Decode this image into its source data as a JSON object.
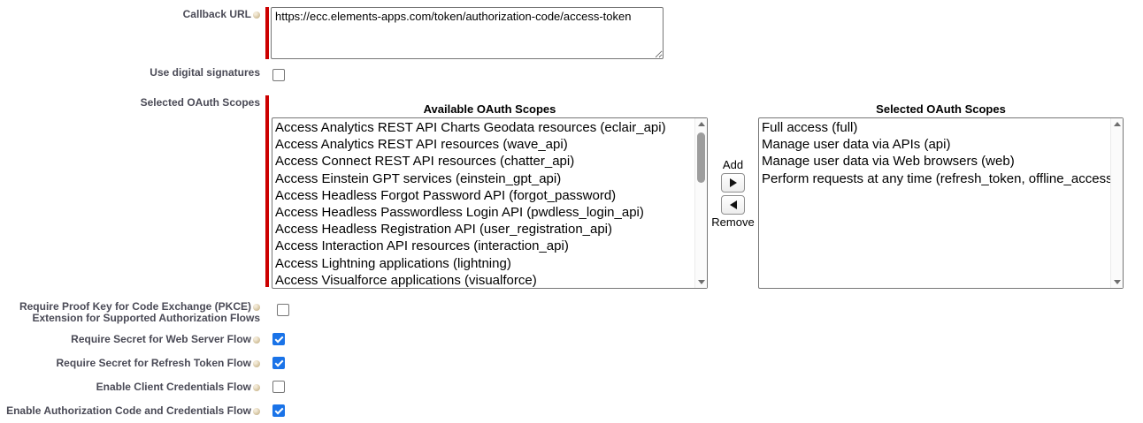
{
  "callback": {
    "label": "Callback URL",
    "value": "https://ecc.elements-apps.com/token/authorization-code/access-token"
  },
  "digital_signatures": {
    "label": "Use digital signatures",
    "checked": false
  },
  "scopes": {
    "label": "Selected OAuth Scopes",
    "available": {
      "header": "Available OAuth Scopes",
      "items": [
        "Access Analytics REST API Charts Geodata resources (eclair_api)",
        "Access Analytics REST API resources (wave_api)",
        "Access Connect REST API resources (chatter_api)",
        "Access Einstein GPT services (einstein_gpt_api)",
        "Access Headless Forgot Password API (forgot_password)",
        "Access Headless Passwordless Login API (pwdless_login_api)",
        "Access Headless Registration API (user_registration_api)",
        "Access Interaction API resources (interaction_api)",
        "Access Lightning applications (lightning)",
        "Access Visualforce applications (visualforce)"
      ]
    },
    "selected": {
      "header": "Selected OAuth Scopes",
      "items": [
        "Full access (full)",
        "Manage user data via APIs (api)",
        "Manage user data via Web browsers (web)",
        "Perform requests at any time (refresh_token, offline_access)"
      ]
    },
    "add_label": "Add",
    "remove_label": "Remove"
  },
  "flows": {
    "pkce": {
      "label_line1": "Require Proof Key for Code Exchange (PKCE)",
      "label_line2": "Extension for Supported Authorization Flows",
      "checked": false
    },
    "web_server": {
      "label": "Require Secret for Web Server Flow",
      "checked": true
    },
    "refresh_token": {
      "label": "Require Secret for Refresh Token Flow",
      "checked": true
    },
    "client_credentials": {
      "label": "Enable Client Credentials Flow",
      "checked": false
    },
    "auth_code_credentials": {
      "label": "Enable Authorization Code and Credentials Flow",
      "checked": true
    }
  },
  "colors": {
    "required_bar": "#cc0000",
    "checkbox_checked": "#1a73e8",
    "label_text": "#4a4a56"
  }
}
